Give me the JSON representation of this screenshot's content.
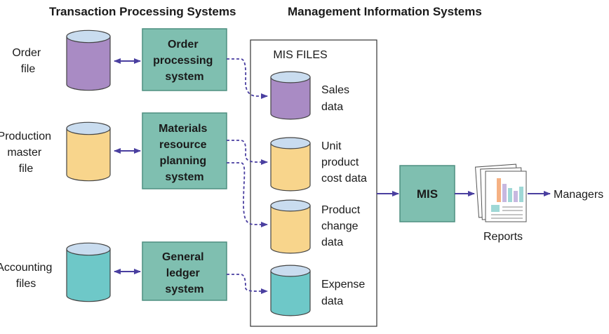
{
  "headings": {
    "tps": "Transaction Processing Systems",
    "mis": "Management Information Systems"
  },
  "source_files": [
    {
      "lines": [
        "Order",
        "file"
      ],
      "color": "#a98bc4"
    },
    {
      "lines": [
        "Production",
        "master",
        "file"
      ],
      "color": "#f8d58c"
    },
    {
      "lines": [
        "Accounting",
        "files"
      ],
      "color": "#6ec8c8"
    }
  ],
  "systems": [
    {
      "lines": [
        "Order",
        "processing",
        "system"
      ]
    },
    {
      "lines": [
        "Materials",
        "resource",
        "planning",
        "system"
      ]
    },
    {
      "lines": [
        "General",
        "ledger",
        "system"
      ]
    }
  ],
  "mis_files": {
    "title": "MIS FILES",
    "items": [
      {
        "lines": [
          "Sales",
          "data"
        ],
        "color": "#a98bc4"
      },
      {
        "lines": [
          "Unit",
          "product",
          "cost data"
        ],
        "color": "#f8d58c"
      },
      {
        "lines": [
          "Product",
          "change",
          "data"
        ],
        "color": "#f8d58c"
      },
      {
        "lines": [
          "Expense",
          "data"
        ],
        "color": "#6ec8c8"
      }
    ]
  },
  "mis_box": {
    "label": "MIS"
  },
  "reports": {
    "label": "Reports"
  },
  "managers": {
    "label": "Managers"
  },
  "colors": {
    "box_fill": "#7fbfb0",
    "box_stroke": "#4f8f80",
    "arrow": "#4a3fa0",
    "cylinder_top": "#c9dcef"
  }
}
